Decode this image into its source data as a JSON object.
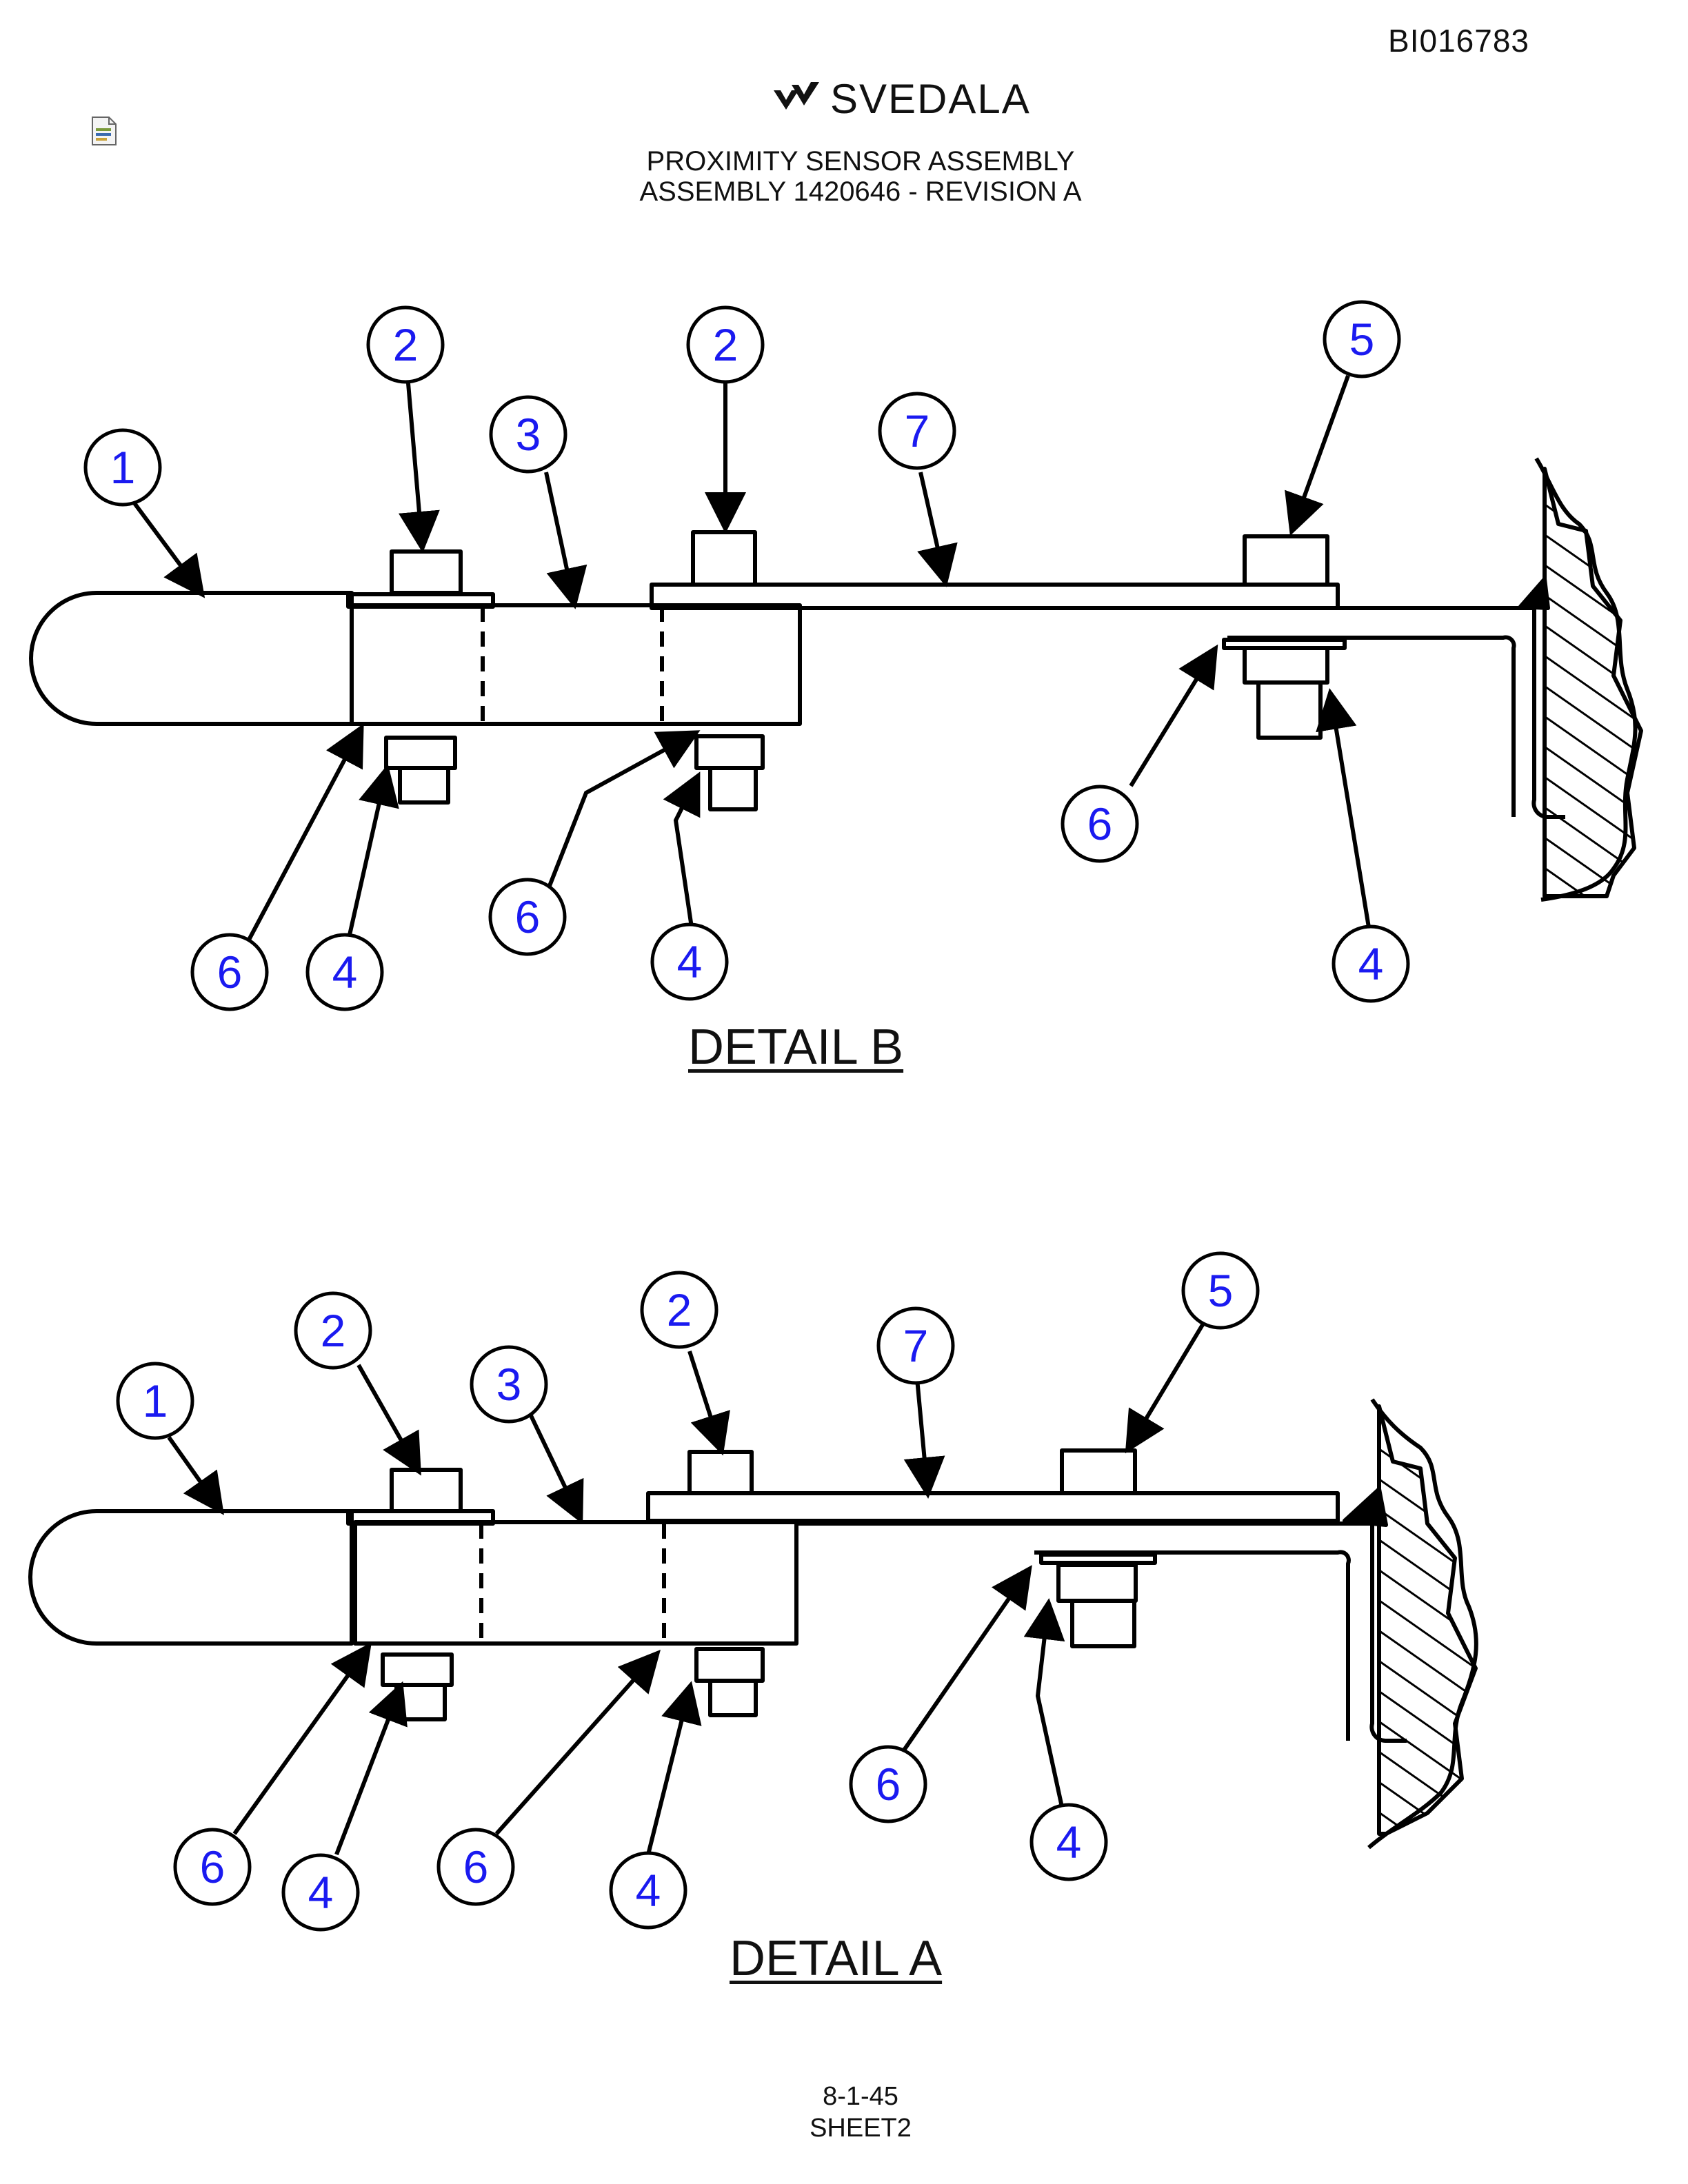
{
  "header": {
    "doc_id": "BI016783",
    "brand": "SVEDALA",
    "title_line1": "PROXIMITY SENSOR ASSEMBLY",
    "title_line2": "ASSEMBLY 1420646 - REVISION A"
  },
  "details": [
    {
      "label": "DETAIL B",
      "callouts": [
        "1",
        "2",
        "3",
        "2",
        "7",
        "5",
        "6",
        "4",
        "6",
        "4",
        "6",
        "4"
      ]
    },
    {
      "label": "DETAIL A",
      "callouts": [
        "1",
        "2",
        "3",
        "2",
        "7",
        "5",
        "6",
        "4",
        "6",
        "4",
        "6",
        "4"
      ]
    }
  ],
  "footer": {
    "line1": "8-1-45",
    "line2": "SHEET2"
  },
  "colors": {
    "callout": "#1a1af0",
    "line": "#000000"
  },
  "icons": [
    "svedala-logo-icon",
    "document-icon"
  ]
}
